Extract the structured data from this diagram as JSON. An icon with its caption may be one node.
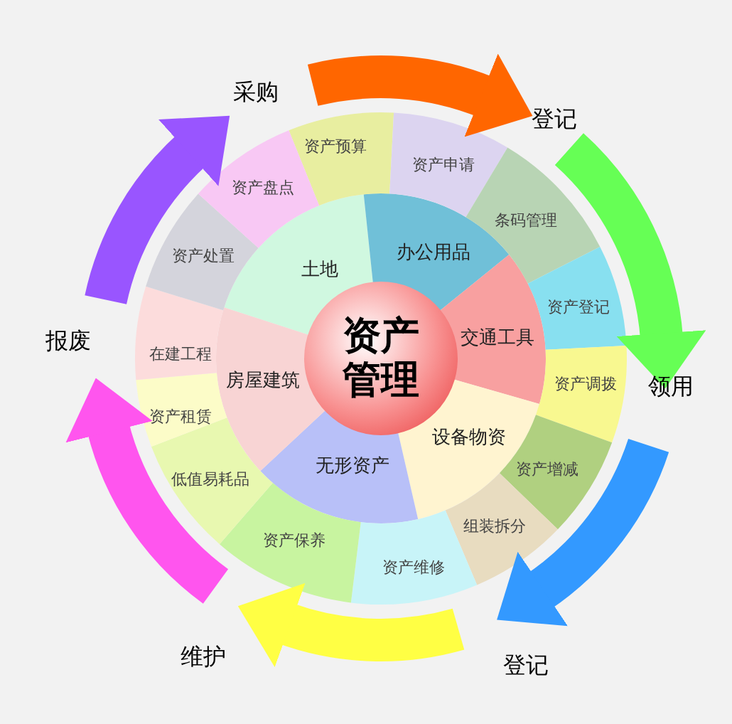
{
  "diagram": {
    "nodes": [
      {
        "text": [
          "资产管理"
        ]
      },
      {
        "text": [
          "土地"
        ]
      },
      {
        "text": [
          "办公用品"
        ]
      },
      {
        "text": [
          "交通工具"
        ]
      },
      {
        "text": [
          "设备物资"
        ]
      },
      {
        "text": [
          "无形资产"
        ]
      },
      {
        "text": [
          "房屋建筑"
        ]
      },
      {
        "text": [
          "资产预算"
        ]
      },
      {
        "text": [
          "资产申请"
        ]
      },
      {
        "text": [
          "条码管理"
        ]
      },
      {
        "text": [
          "资产登记"
        ]
      },
      {
        "text": [
          "资产调拨"
        ]
      },
      {
        "text": [
          "资产增减"
        ]
      },
      {
        "text": [
          "组装拆分"
        ]
      },
      {
        "text": [
          "资产维修"
        ]
      },
      {
        "text": [
          "资产保养"
        ]
      },
      {
        "text": [
          "低值易耗品"
        ]
      },
      {
        "text": [
          "资产租赁"
        ]
      },
      {
        "text": [
          "在建工程"
        ]
      },
      {
        "text": [
          "资产处置"
        ]
      },
      {
        "text": [
          "资产盘点"
        ]
      },
      {
        "text": [
          "采购"
        ]
      },
      {
        "text": [
          "登记"
        ]
      },
      {
        "text": [
          "领用"
        ]
      },
      {
        "text": [
          "登记"
        ]
      },
      {
        "text": [
          "维护"
        ]
      },
      {
        "text": [
          "报废"
        ]
      }
    ],
    "edges": [
      {
        "from": 21,
        "to": 22,
        "arrow": "to",
        "color": "#ff6600"
      },
      {
        "from": 22,
        "to": 23,
        "arrow": "to",
        "color": "#66ff55"
      },
      {
        "from": 23,
        "to": 24,
        "arrow": "to",
        "color": "#3399ff"
      },
      {
        "from": 24,
        "to": 25,
        "arrow": "to",
        "color": "#ffff44"
      },
      {
        "from": 25,
        "to": 26,
        "arrow": "to",
        "color": "#ff55ee"
      },
      {
        "from": 26,
        "to": 21,
        "arrow": "to",
        "color": "#9955ff"
      }
    ]
  }
}
